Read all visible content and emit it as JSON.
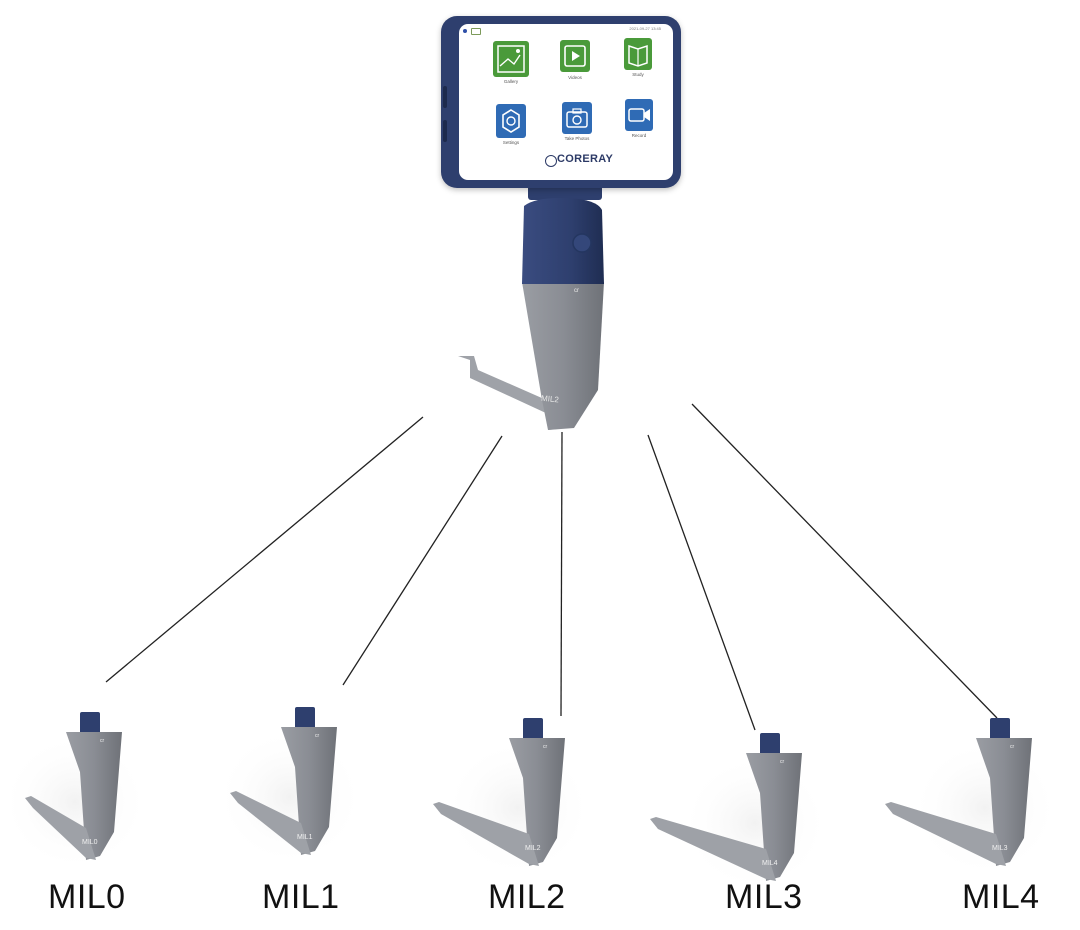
{
  "device": {
    "screen_datetime": "2021-09-27 13:45",
    "brand": "CORERAY",
    "apps": [
      {
        "label": "Gallery",
        "icon": "gallery-icon",
        "color": "#4a9a3a"
      },
      {
        "label": "Videos",
        "icon": "play-icon",
        "color": "#4a9a3a"
      },
      {
        "label": "Study",
        "icon": "book-icon",
        "color": "#4a9a3a"
      },
      {
        "label": "Settings",
        "icon": "gear-icon",
        "color": "#2f6bb5"
      },
      {
        "label": "Take Photos",
        "icon": "camera-icon",
        "color": "#2f6bb5"
      },
      {
        "label": "Record",
        "icon": "video-camera-icon",
        "color": "#2f6bb5"
      }
    ],
    "attached_blade_mark": "MIL2",
    "colors": {
      "body": "#2e3f6e",
      "blade": "#8a8d94"
    }
  },
  "blades": [
    {
      "label": "MIL0",
      "mark": "MIL0"
    },
    {
      "label": "MIL1",
      "mark": "MIL1"
    },
    {
      "label": "MIL2",
      "mark": "MIL2"
    },
    {
      "label": "MIL3",
      "mark": "MIL4"
    },
    {
      "label": "MIL4",
      "mark": "MIL3"
    }
  ]
}
